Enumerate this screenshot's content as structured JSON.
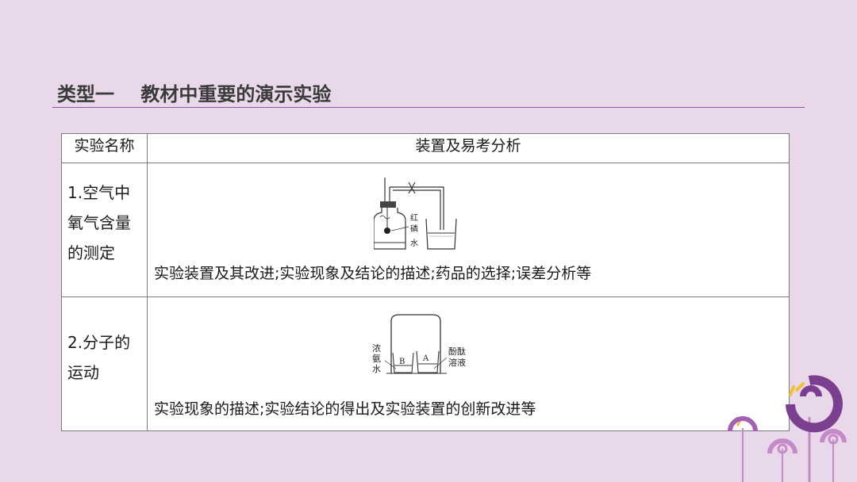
{
  "title": "类型一    教材中重要的演示实验",
  "table": {
    "headers": [
      "实验名称",
      "装置及易考分析"
    ],
    "rows": [
      {
        "name_lines": [
          "1.空气中",
          "氧气含量",
          "的测定"
        ],
        "figure_labels": [
          "红",
          "磷",
          "水"
        ],
        "analysis": "实验装置及其改进;实验现象及结论的描述;药品的选择;误差分析等"
      },
      {
        "name_lines": [
          "2.分子的",
          "运动"
        ],
        "figure_labels": [
          "浓",
          "氨",
          "水",
          "B",
          "A",
          "酚酞",
          "溶液"
        ],
        "analysis": "实验现象的描述;实验结论的得出及实验装置的创新改进等"
      }
    ]
  },
  "colors": {
    "background": "#e8d8ea",
    "rule": "#8b5a9e",
    "decoration_purple": "#7a3f8f",
    "decoration_pink": "#c58bc9",
    "decoration_yellow": "#f2c230"
  }
}
